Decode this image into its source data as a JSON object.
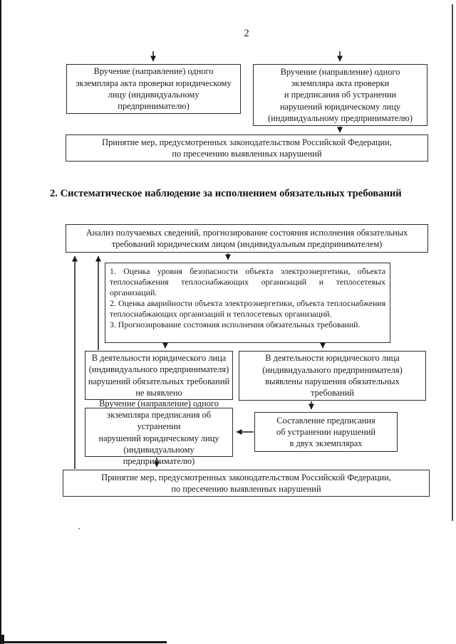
{
  "page": {
    "number": "2"
  },
  "section2": {
    "heading": "2. Систематическое наблюдение за исполнением обязательных требований"
  },
  "flowchart1": {
    "act_delivery": [
      "Вручение (направление) одного",
      "экземпляра акта проверки юридическому",
      "лицу (индивидуальному",
      "предпринимателю)"
    ],
    "act_and_order_delivery": [
      "Вручение (направление) одного",
      "экземпляра акта проверки",
      "и предписания об устранении",
      "нарушений юридическому лицу",
      "(индивидуальному предпринимателю)"
    ],
    "measures": [
      "Принятие мер, предусмотренных законодательством Российской Федерации,",
      "по пресечению выявленных нарушений"
    ]
  },
  "flowchart2": {
    "analysis": [
      "Анализ получаемых сведений, прогнозирование состояния исполнения обязательных",
      "требований юридическим лицом (индивидуальным предпринимателем)"
    ],
    "assessment_items": [
      "1. Оценка уровня безопасности объекта электроэнергетики, объекта теплоснабжения теплоснабжающих организаций и теплосетевых организаций.",
      "2. Оценка аварийности объекта электроэнергетики, объекта теплоснабжения теплоснабжающих организаций и теплосетевых организаций.",
      "3. Прогнозирование состояния исполнения обязательных требований."
    ],
    "no_violations": [
      "В деятельности юридического лица",
      "(индивидуального предпринимателя)",
      "нарушений обязательных требований",
      "не выявлено"
    ],
    "violations_found": [
      "В деятельности юридического лица",
      "(индивидуального предпринимателя)",
      "выявлены нарушения обязательных",
      "требований"
    ],
    "order_delivery": [
      "Вручение (направление) одного",
      "экземпляра предписания об устранении",
      "нарушений юридическому лицу",
      "(индивидуальному предпринимателю)"
    ],
    "order_drafting": [
      "Составление предписания",
      "об устранении нарушений",
      "в двух экземплярах"
    ],
    "measures": [
      "Принятие мер, предусмотренных законодательством Российской Федерации,",
      "по пресечению выявленных нарушений"
    ]
  },
  "colors": {
    "ink": "#1b1b1b",
    "box_border": "#2e2e2e"
  }
}
